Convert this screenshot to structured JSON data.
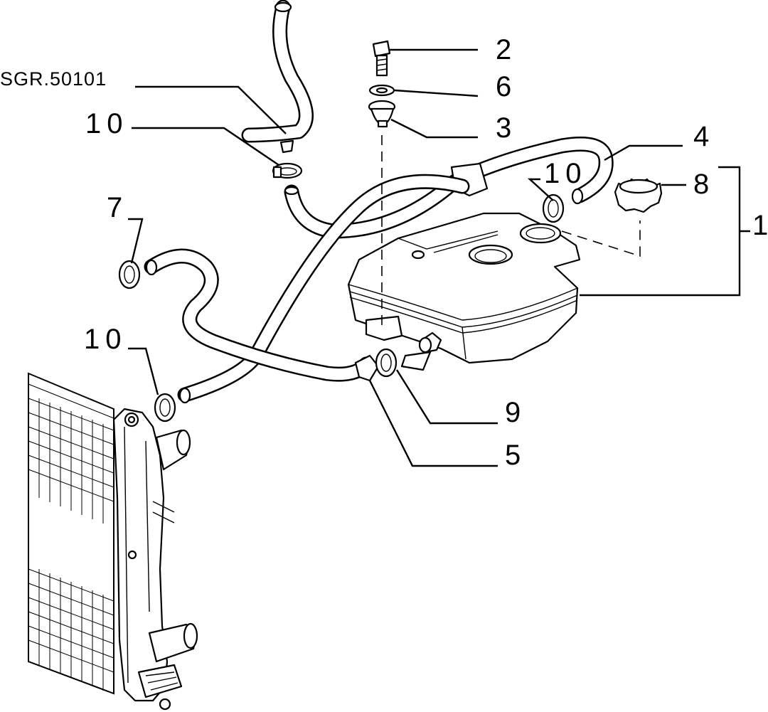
{
  "reference": "SGR.50101",
  "callouts": {
    "c1": "1",
    "c2": "2",
    "c3": "3",
    "c4": "4",
    "c5": "5",
    "c6": "6",
    "c7": "7",
    "c8": "8",
    "c9": "9",
    "c10a": "10",
    "c10b": "10",
    "c10c": "10"
  }
}
